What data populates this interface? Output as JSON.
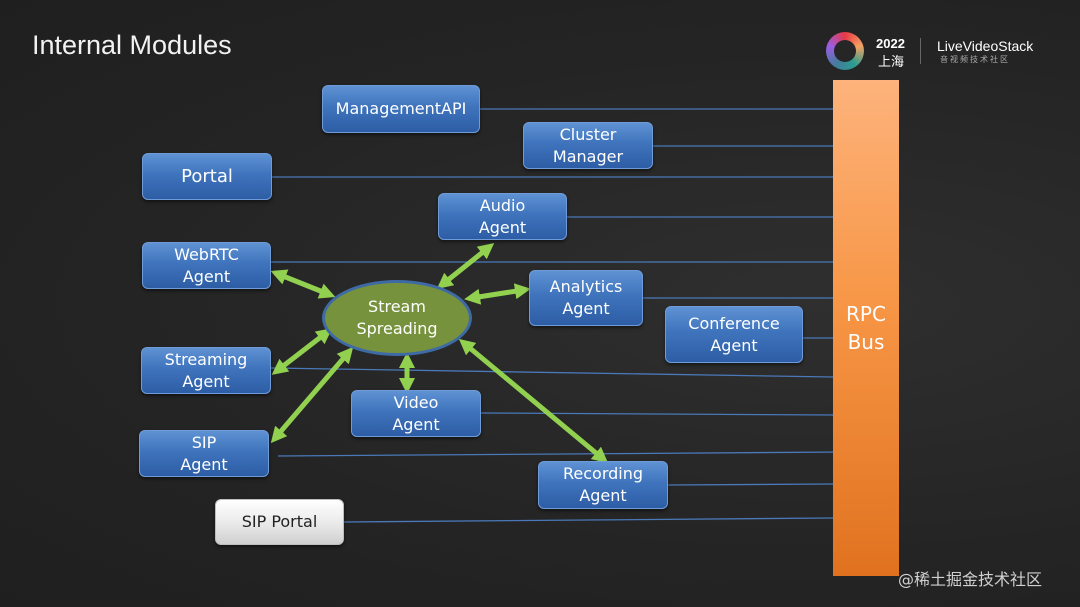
{
  "slide": {
    "title": "Internal Modules"
  },
  "logo": {
    "year": "2022",
    "city": "上海",
    "brand": "LiveVideoStack",
    "subtitle": "音视频技术社区"
  },
  "modules": {
    "management_api": "ManagementAPI",
    "cluster_manager": "Cluster\nManager",
    "portal": "Portal",
    "audio_agent": "Audio\nAgent",
    "webrtc_agent": "WebRTC\nAgent",
    "stream_spreading": "Stream\nSpreading",
    "analytics_agent": "Analytics\nAgent",
    "conference_agent": "Conference\nAgent",
    "streaming_agent": "Streaming\nAgent",
    "video_agent": "Video\nAgent",
    "sip_agent": "SIP\nAgent",
    "recording_agent": "Recording\nAgent",
    "sip_portal": "SIP Portal",
    "rpc_bus": "RPC\nBus"
  },
  "colors": {
    "module_blue": "#3f74bd",
    "stream_green": "#77923c",
    "arrow_green": "#92d050",
    "rpc_orange": "#f79646",
    "connector_blue": "#4a78b8"
  },
  "watermark": "@稀土掘金技术社区"
}
